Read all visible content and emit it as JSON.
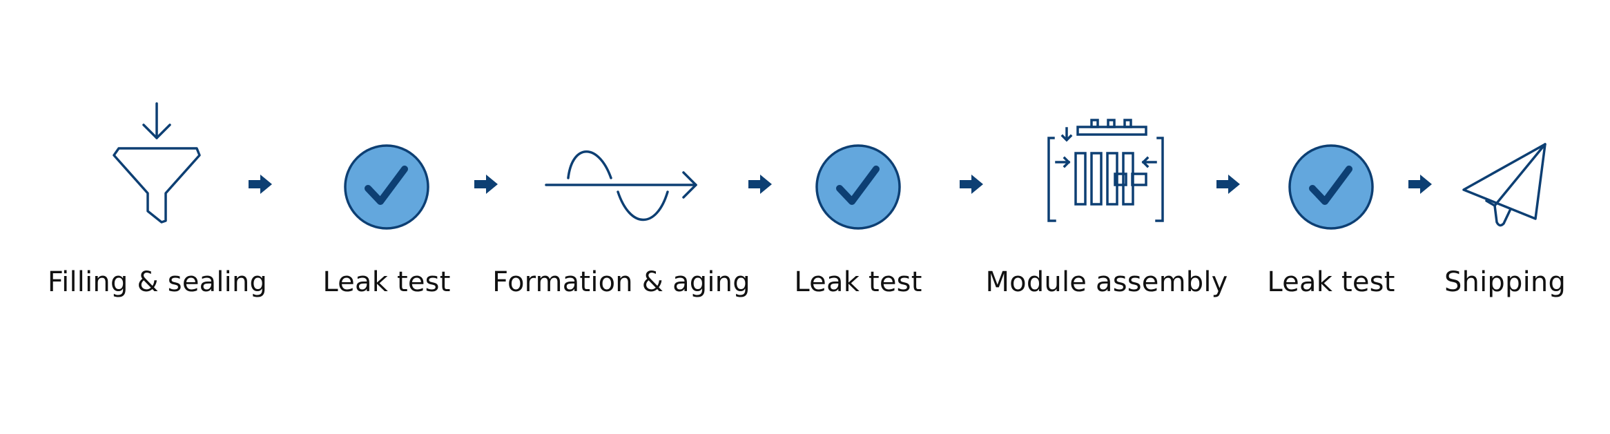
{
  "steps": [
    {
      "label": "Filling & sealing",
      "icon": "funnel-icon"
    },
    {
      "label": "Leak test",
      "icon": "check-circle-icon"
    },
    {
      "label": "Formation & aging",
      "icon": "sine-wave-arrow-icon"
    },
    {
      "label": "Leak test",
      "icon": "check-circle-icon"
    },
    {
      "label": "Module assembly",
      "icon": "module-assembly-icon"
    },
    {
      "label": "Leak test",
      "icon": "check-circle-icon"
    },
    {
      "label": "Shipping",
      "icon": "paper-plane-icon"
    }
  ],
  "arrow_icon": "arrow-right-icon",
  "colors": {
    "outline": "#0d3f73",
    "fill": "#63a7dd",
    "text": "#111111",
    "background": "#ffffff"
  }
}
